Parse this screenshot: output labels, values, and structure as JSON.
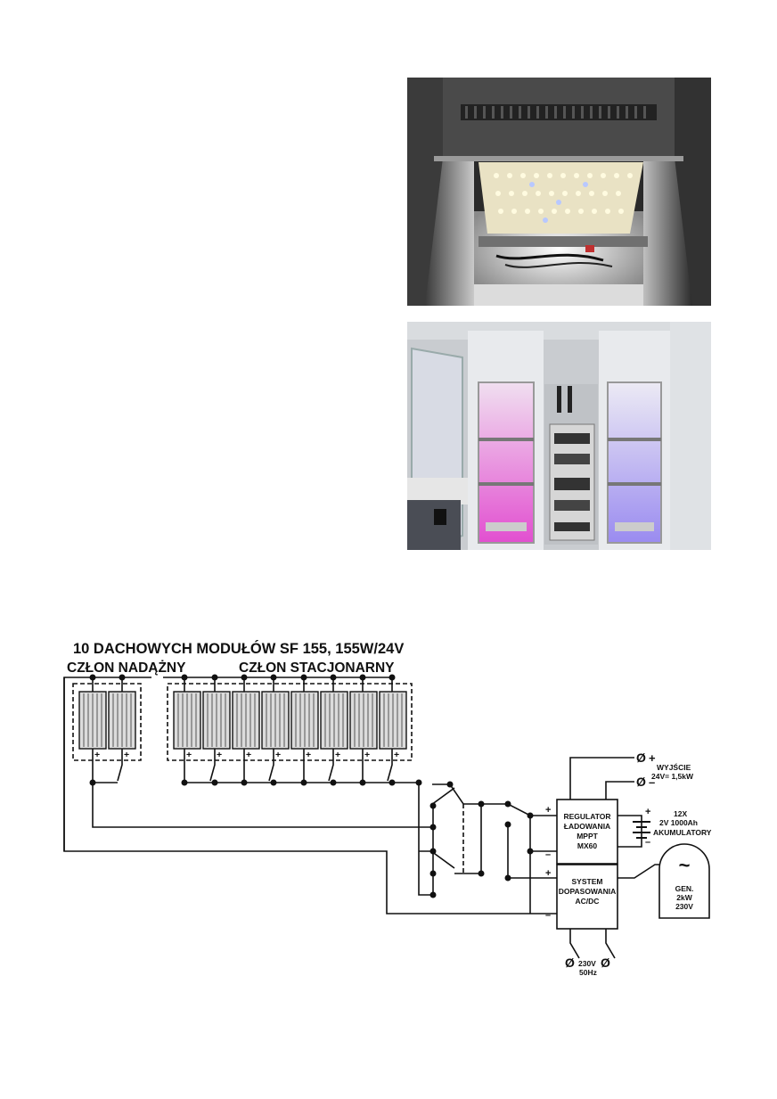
{
  "diagram": {
    "title": "10 DACHOWYCH MODUŁÓW SF 155, 155W/24V",
    "group_tracking": "CZŁON NADĄŻNY",
    "group_stationary": "CZŁON STACJONARNY",
    "regulator": {
      "line1": "REGULATOR",
      "line2": "ŁADOWANIA",
      "line3": "MPPT",
      "line4": "MX60"
    },
    "system": {
      "line1": "SYSTEM",
      "line2": "DOPASOWANIA",
      "line3": "AC/DC"
    },
    "output": {
      "label": "WYJŚCIE",
      "spec": "24V= 1,5kW"
    },
    "battery": {
      "line1": "12X",
      "line2": "2V 1000Ah",
      "line3": "AKUMULATORY"
    },
    "generator": {
      "line1": "GEN.",
      "line2": "2kW",
      "line3": "230V"
    },
    "grid": {
      "line1": "230V",
      "line2": "50Hz"
    },
    "plus": "+",
    "minus": "–",
    "terminal": "Ø",
    "tilde": "~"
  }
}
